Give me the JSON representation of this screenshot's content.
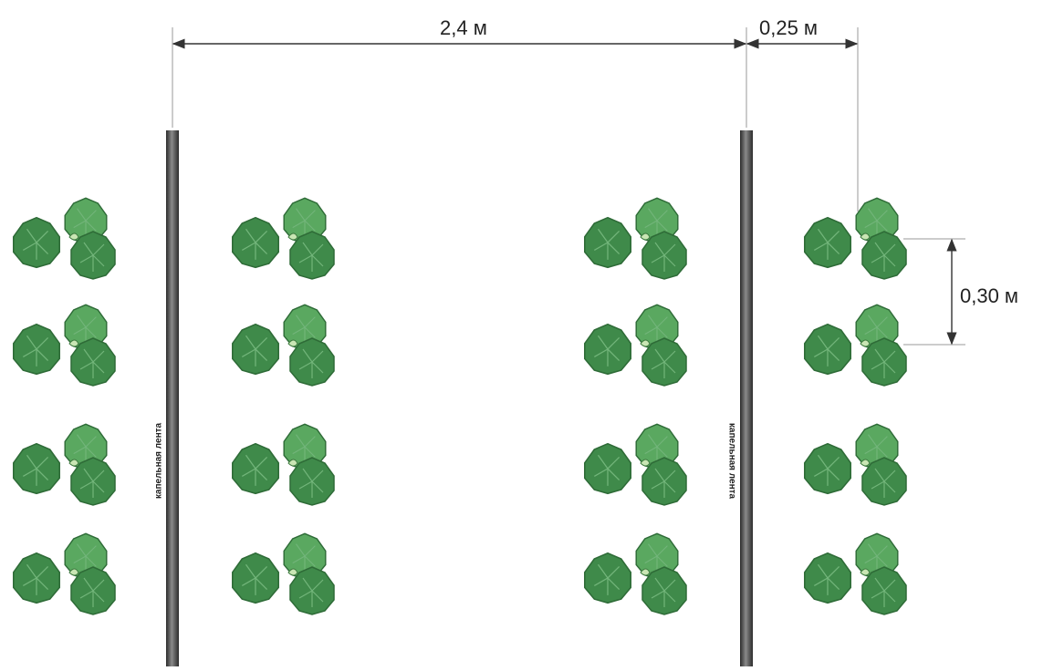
{
  "dimensions": {
    "row_spacing": "2,4 м",
    "plant_offset": "0,25 м",
    "plant_spacing": "0,30 м"
  },
  "tape_labels": [
    "капельная лента",
    "капельная лента"
  ],
  "colors": {
    "leaf_dark": "#3f8a4a",
    "leaf_light": "#5aa860",
    "leaf_edge": "#2e6b37",
    "vein": "#c9e6b4",
    "tape": "#555555",
    "dim_line": "#333333"
  }
}
